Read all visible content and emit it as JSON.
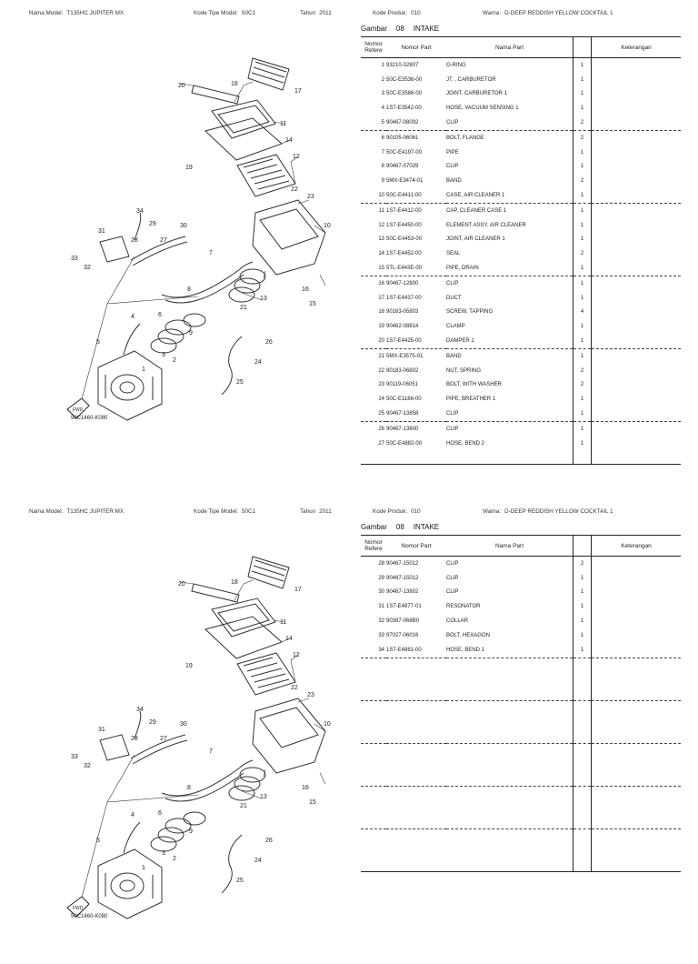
{
  "header": {
    "model_label": "Nama Model:",
    "model_value": "T135HC JUPITER MX",
    "code_label": "Kode Tipe Model:",
    "code_value": "50C1",
    "year_label": "Tahun",
    "year_value": "2011",
    "product_label": "Kode Produk:",
    "product_value": "010",
    "color_label": "Warna:",
    "color_value": "D-DEEP REDDISH YELLOW COCKTAIL 1"
  },
  "section": {
    "label": "Gambar",
    "number": "08",
    "name": "INTAKE"
  },
  "figure_code": "50C1460-K080",
  "fwd_label": "FWD",
  "columns": {
    "ref": [
      "Nomor",
      "Refere"
    ],
    "part_no": "Nomor Part",
    "part_name": "Nama Part",
    "qty": "",
    "remarks": "Keterangan"
  },
  "callouts": [
    "1",
    "2",
    "3",
    "4",
    "5",
    "6",
    "7",
    "8",
    "9",
    "10",
    "11",
    "12",
    "13",
    "14",
    "15",
    "16",
    "17",
    "18",
    "19",
    "20",
    "21",
    "22",
    "23",
    "24",
    "25",
    "26",
    "27",
    "28",
    "29",
    "30",
    "31",
    "32",
    "33",
    "34"
  ],
  "page1_parts": [
    {
      "ref": "1",
      "no": "93210-32807",
      "name": "O-RING",
      "qty": "1"
    },
    {
      "ref": "2",
      "no": "50C-E3536-00",
      "name": "JT. , CARBURETOR",
      "qty": "1"
    },
    {
      "ref": "3",
      "no": "50C-E3586-00",
      "name": "JOINT, CARBURETOR 1",
      "qty": "1"
    },
    {
      "ref": "4",
      "no": "1S7-E3542-00",
      "name": "HOSE, VACUUM SENSING 1",
      "qty": "1"
    },
    {
      "ref": "5",
      "no": "90467-08092",
      "name": "CLIP",
      "qty": "2"
    },
    {
      "ref": "6",
      "no": "90105-06061",
      "name": "BOLT, FLANGE",
      "qty": "2"
    },
    {
      "ref": "7",
      "no": "50C-E4197-00",
      "name": "PIPE",
      "qty": "1"
    },
    {
      "ref": "8",
      "no": "90467-07029",
      "name": "CLIP",
      "qty": "1"
    },
    {
      "ref": "9",
      "no": "5MX-E3474-01",
      "name": "BAND",
      "qty": "2"
    },
    {
      "ref": "10",
      "no": "50C-E4411-00",
      "name": "CASE, AIR CLEANER 1",
      "qty": "1"
    },
    {
      "ref": "11",
      "no": "1S7-E4412-00",
      "name": "CAP, CLEANER CASE 1",
      "qty": "1"
    },
    {
      "ref": "12",
      "no": "1S7-E4450-00",
      "name": "ELEMENT ASSY, AIR CLEANER",
      "qty": "1"
    },
    {
      "ref": "13",
      "no": "50C-E4453-00",
      "name": "JOINT, AIR CLEANER 1",
      "qty": "1"
    },
    {
      "ref": "14",
      "no": "1S7-E4452-00",
      "name": "SEAL",
      "qty": "2"
    },
    {
      "ref": "15",
      "no": "5TL-E443E-00",
      "name": "PIPE, DRAIN",
      "qty": "1"
    },
    {
      "ref": "16",
      "no": "90467-12800",
      "name": "CLIP",
      "qty": "1"
    },
    {
      "ref": "17",
      "no": "1S7-E4437-00",
      "name": "DUCT",
      "qty": "1"
    },
    {
      "ref": "18",
      "no": "90163-05803",
      "name": "SCREW, TAPPING",
      "qty": "4"
    },
    {
      "ref": "19",
      "no": "90462-08814",
      "name": "CLAMP",
      "qty": "1"
    },
    {
      "ref": "20",
      "no": "1S7-E4425-00",
      "name": "DAMPER 1",
      "qty": "1"
    },
    {
      "ref": "21",
      "no": "5MX-E3575-01",
      "name": "BAND",
      "qty": "1"
    },
    {
      "ref": "22",
      "no": "90183-06802",
      "name": "NUT, SPRING",
      "qty": "2"
    },
    {
      "ref": "23",
      "no": "90119-06051",
      "name": "BOLT, WITH WASHER",
      "qty": "2"
    },
    {
      "ref": "24",
      "no": "50C-E1166-00",
      "name": "PIPE, BREATHER 1",
      "qty": "1"
    },
    {
      "ref": "25",
      "no": "90467-13858",
      "name": "CLIP",
      "qty": "1"
    },
    {
      "ref": "26",
      "no": "90467-13800",
      "name": "CLIP",
      "qty": "1"
    },
    {
      "ref": "27",
      "no": "50C-E4882-00",
      "name": "HOSE, BEND 2",
      "qty": "1"
    }
  ],
  "page2_parts": [
    {
      "ref": "28",
      "no": "90467-15012",
      "name": "CLIP",
      "qty": "2"
    },
    {
      "ref": "29",
      "no": "90467-15012",
      "name": "CLIP",
      "qty": "1"
    },
    {
      "ref": "30",
      "no": "90467-13802",
      "name": "CLIP",
      "qty": "1"
    },
    {
      "ref": "31",
      "no": "1S7-E4877-01",
      "name": "RESONATOR",
      "qty": "1"
    },
    {
      "ref": "32",
      "no": "90387-068B0",
      "name": "COLLAR",
      "qty": "1"
    },
    {
      "ref": "33",
      "no": "97027-06016",
      "name": "BOLT, HEXAGON",
      "qty": "1"
    },
    {
      "ref": "34",
      "no": "1S7-E4881-00",
      "name": "HOSE, BEND 1",
      "qty": "1"
    }
  ]
}
